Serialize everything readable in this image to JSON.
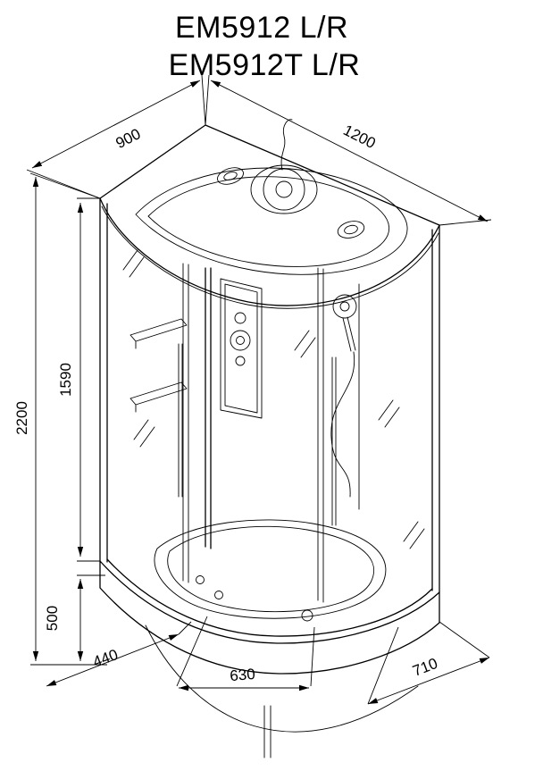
{
  "page": {
    "background": "#ffffff",
    "line_color": "#000000"
  },
  "title": {
    "line1": "EM5912 L/R",
    "line2": "EM5912T L/R"
  },
  "dimensions": {
    "side_depth": "900",
    "front_width": "1200",
    "glass_height": "1590",
    "total_height": "2200",
    "tray_height": "500",
    "front_left_section": "440",
    "front_center_section": "630",
    "front_right_section": "710"
  }
}
